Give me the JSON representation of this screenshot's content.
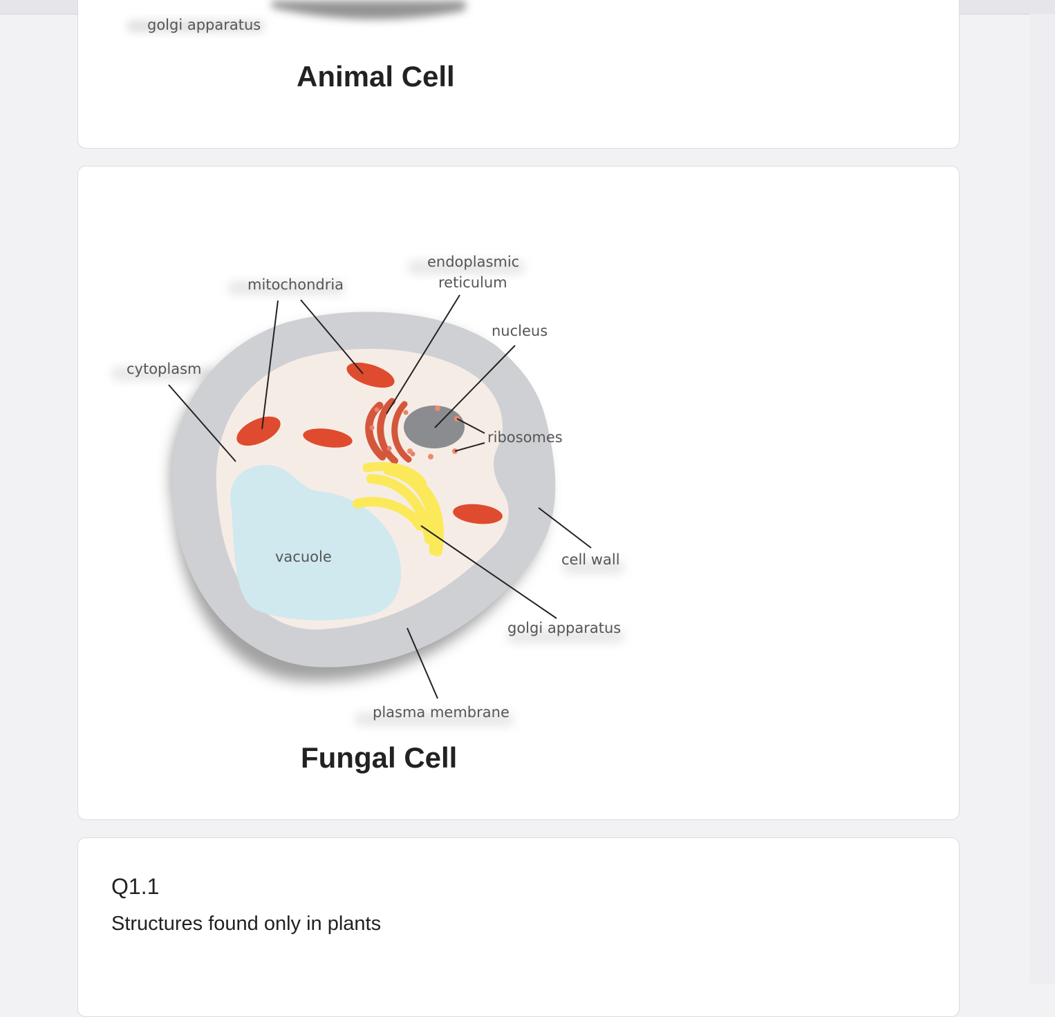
{
  "animal_section": {
    "partial_label": "golgi apparatus",
    "title": "Animal Cell"
  },
  "fungal_section": {
    "title": "Fungal Cell",
    "labels": {
      "mitochondria": "mitochondria",
      "er_line1": "endoplasmic",
      "er_line2": "reticulum",
      "nucleus": "nucleus",
      "cytoplasm": "cytoplasm",
      "ribosomes": "ribosomes",
      "vacuole": "vacuole",
      "cell_wall": "cell wall",
      "golgi": "golgi apparatus",
      "plasma_membrane": "plasma membrane"
    },
    "colors": {
      "cell_wall": "#cfd0d4",
      "cytoplasm": "#f6ece6",
      "mitochondria": "#df4b2e",
      "nucleus": "#8a8c90",
      "vacuole": "#cfe9ef",
      "golgi": "#fbe95a"
    }
  },
  "question": {
    "number": "Q1.1",
    "text": "Structures found only in plants"
  }
}
